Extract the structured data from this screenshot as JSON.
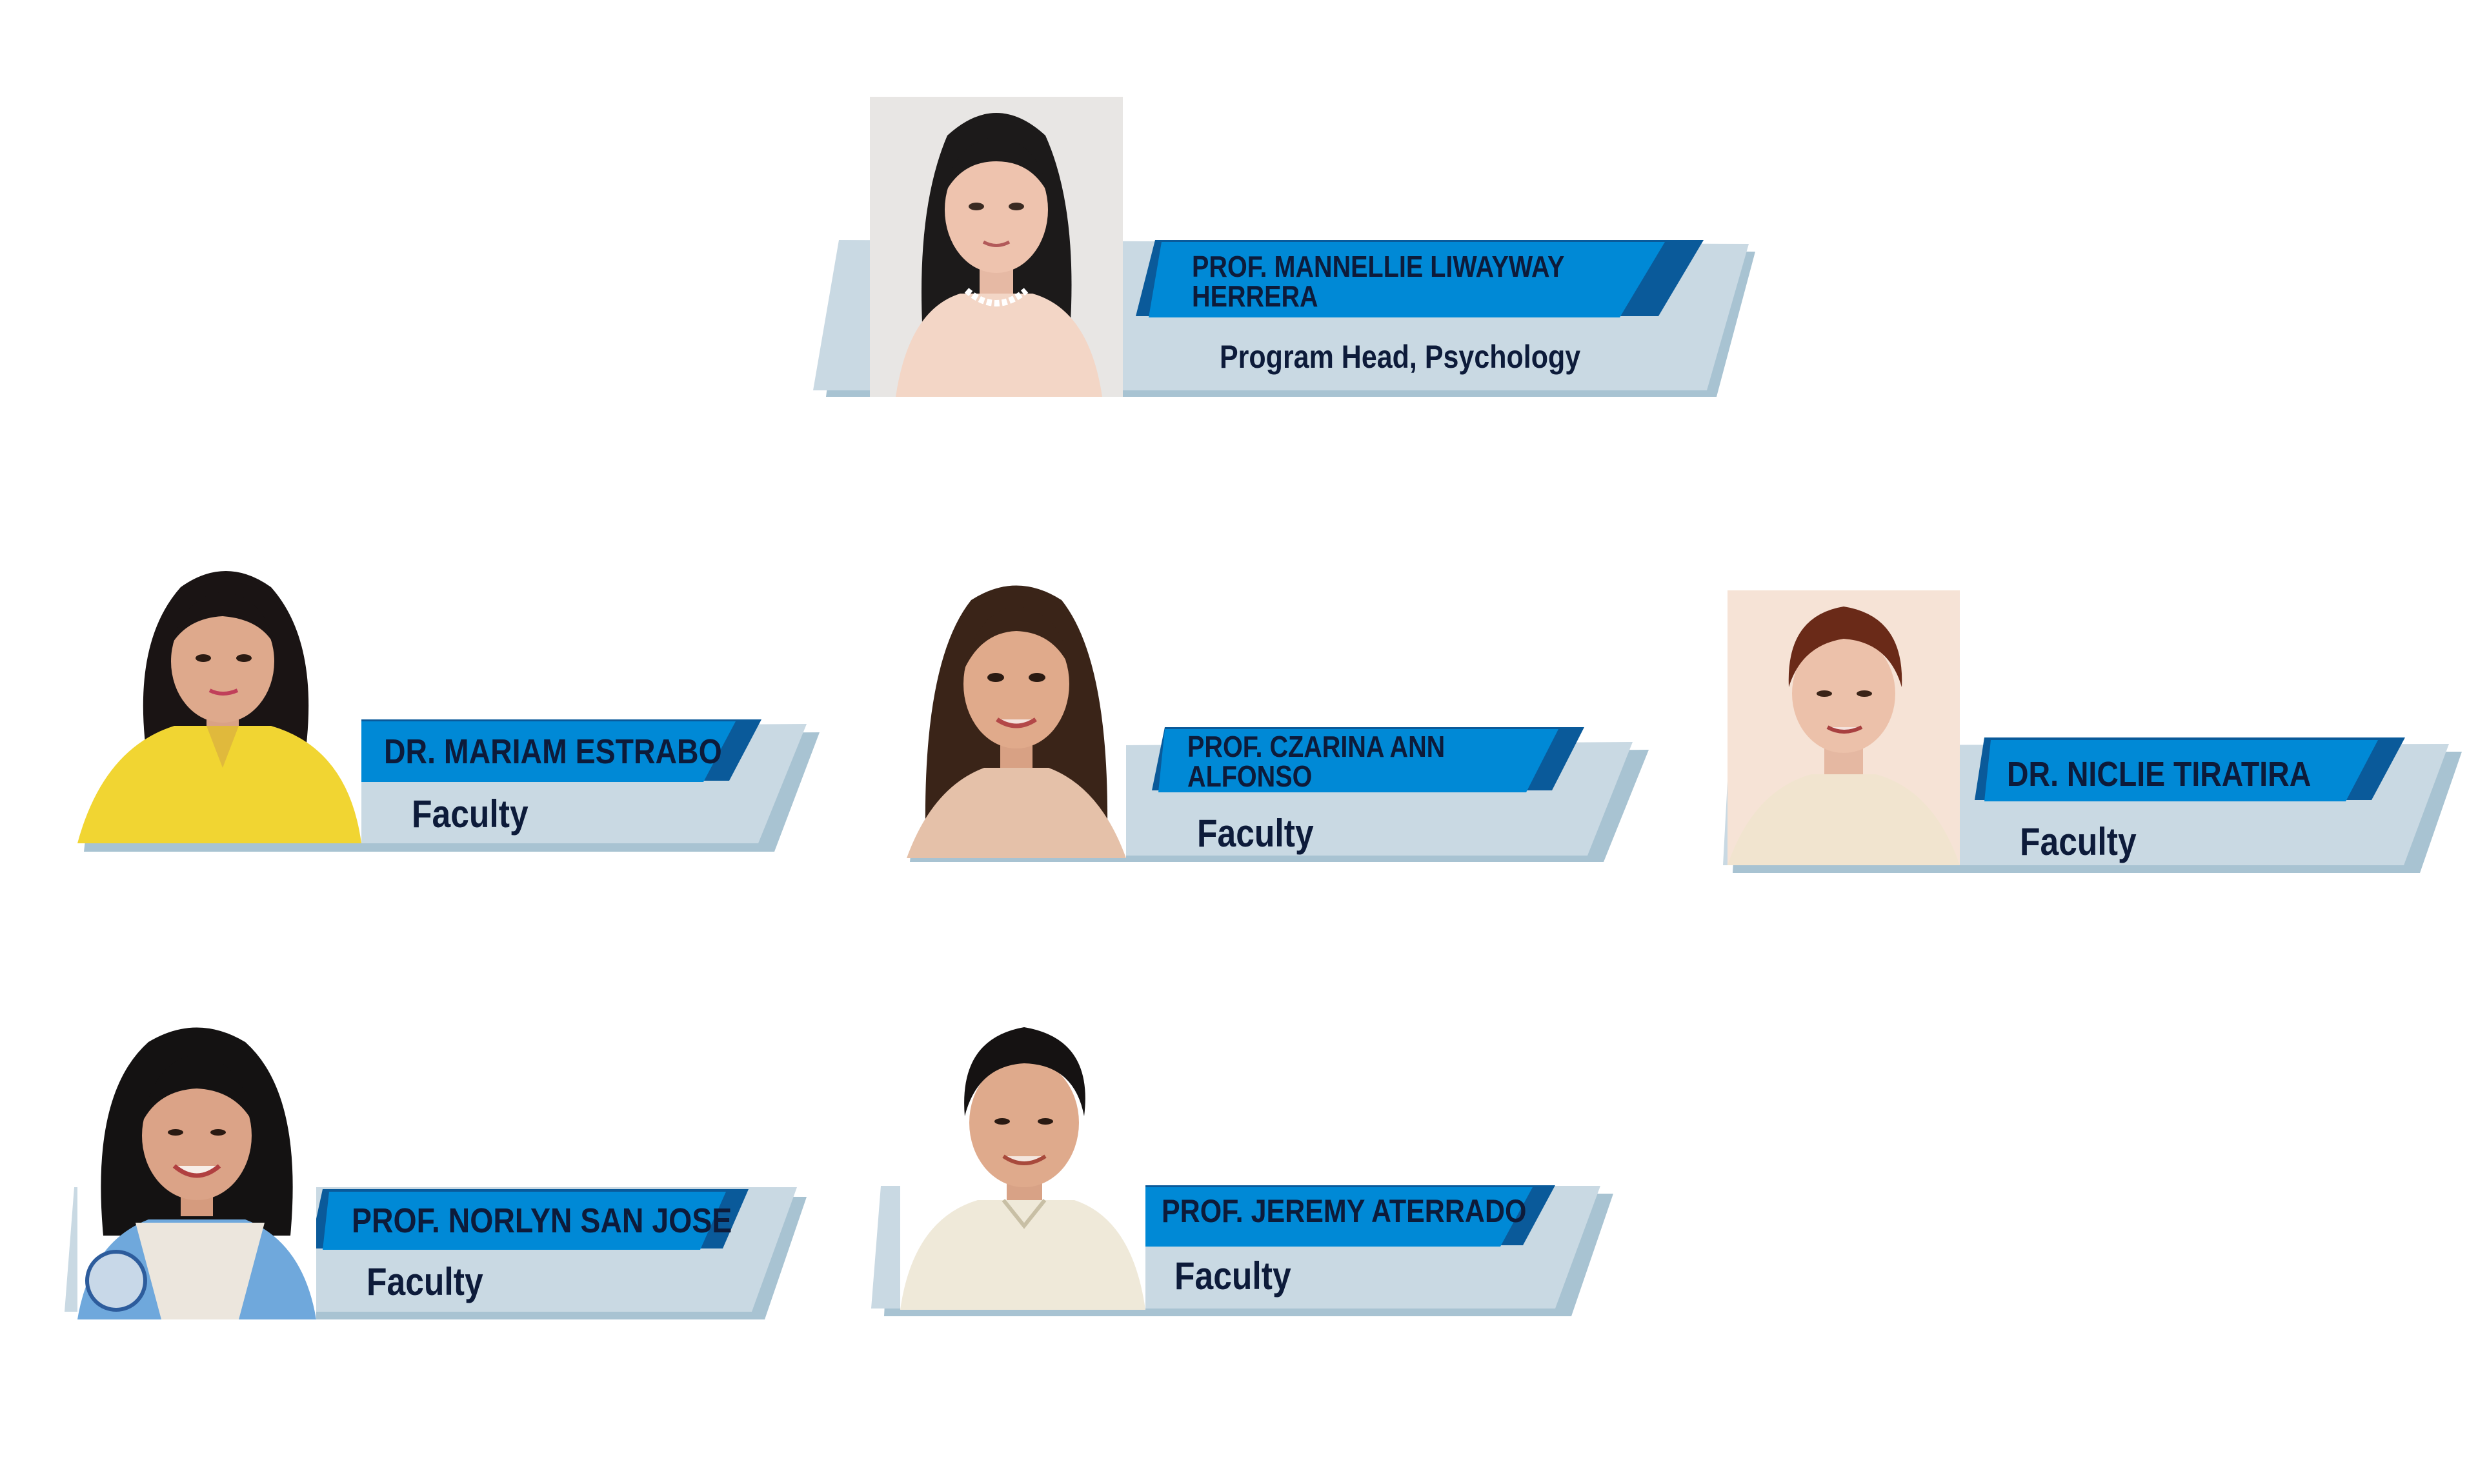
{
  "colors": {
    "banner_blue": "#0089d6",
    "banner_dark_blue": "#0a5a9a",
    "card_light": "#c9d9e3",
    "card_shadow": "#a8c3d2",
    "text_dark": "#0d1b3a",
    "background": "#ffffff"
  },
  "people": [
    {
      "name": "PROF. MANNELLIE LIWAYWAY HERRERA",
      "name_line1": "PROF. MANNELLIE LIWAYWAY",
      "name_line2": "HERRERA",
      "role": "Program Head, Psychology",
      "photo_icon": "portrait-photo"
    },
    {
      "name": "DR. MARIAM ESTRABO",
      "role": "Faculty",
      "photo_icon": "portrait-photo"
    },
    {
      "name": "PROF. CZARINA ANN ALFONSO",
      "name_line1": "PROF. CZARINA ANN",
      "name_line2": "ALFONSO",
      "role": "Faculty",
      "photo_icon": "portrait-photo"
    },
    {
      "name": "DR. NICLIE TIRATIRA",
      "role": "Faculty",
      "photo_icon": "portrait-photo"
    },
    {
      "name": "PROF. NORLYN SAN JOSE",
      "role": "Faculty",
      "photo_icon": "portrait-photo"
    },
    {
      "name": "PROF. JEREMY ATERRADO",
      "role": "Faculty",
      "photo_icon": "portrait-photo"
    }
  ]
}
